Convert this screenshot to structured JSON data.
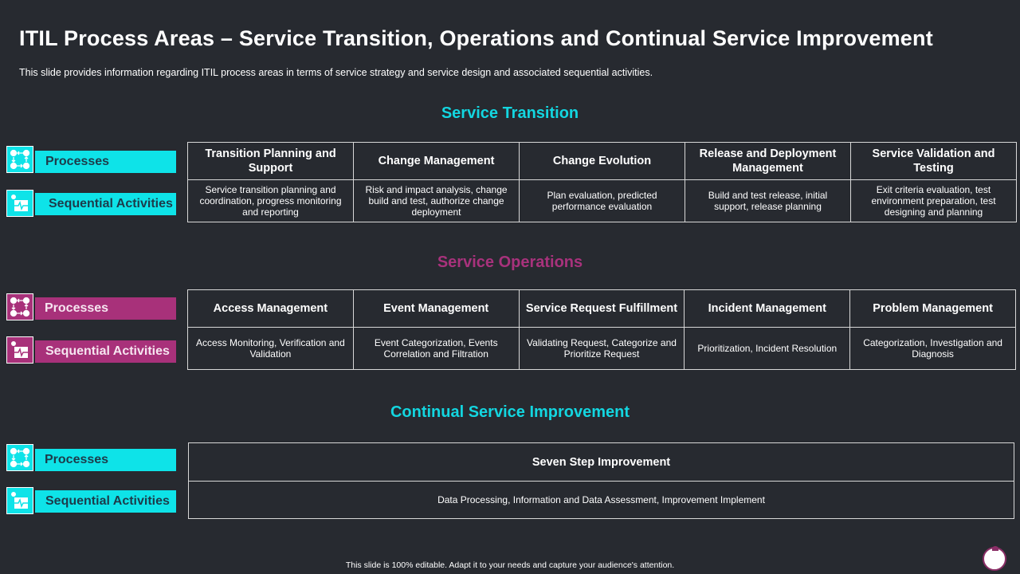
{
  "title": "ITIL Process Areas – Service Transition, Operations and Continual Service Improvement",
  "subtitle": "This slide provides information regarding ITIL process areas in terms of service strategy and service design and associated sequential activities.",
  "colors": {
    "cyan": "#0ee3e8",
    "magenta": "#a8317a",
    "background": "#272a30"
  },
  "labels": {
    "processes": "Processes",
    "sequential": "Sequential Activities"
  },
  "icons": {
    "processes": "process-flow-icon",
    "sequential": "activity-chart-icon"
  },
  "transition": {
    "title": "Service Transition",
    "headers": [
      "Transition Planning and Support",
      "Change Management",
      "Change Evolution",
      "Release and Deployment  Management",
      "Service Validation and Testing"
    ],
    "activities": [
      "Service transition planning and coordination, progress monitoring and reporting",
      "Risk and impact analysis, change build and test, authorize change deployment",
      "Plan evaluation, predicted performance evaluation",
      "Build and test release, initial support, release planning",
      "Exit criteria evaluation, test environment preparation, test designing and planning"
    ]
  },
  "operations": {
    "title": "Service Operations",
    "headers": [
      "Access Management",
      "Event Management",
      "Service Request Fulfillment",
      "Incident Management",
      "Problem Management"
    ],
    "activities": [
      "Access Monitoring, Verification and Validation",
      "Event Categorization, Events Correlation and Filtration",
      "Validating Request, Categorize and Prioritize Request",
      "Prioritization, Incident Resolution",
      "Categorization, Investigation and Diagnosis"
    ]
  },
  "improvement": {
    "title": "Continual Service Improvement",
    "headers": [
      "Seven Step Improvement"
    ],
    "activities": [
      "Data Processing, Information and Data Assessment, Improvement Implement"
    ]
  },
  "footer": "This slide is 100% editable. Adapt it to your needs and capture your audience's attention."
}
